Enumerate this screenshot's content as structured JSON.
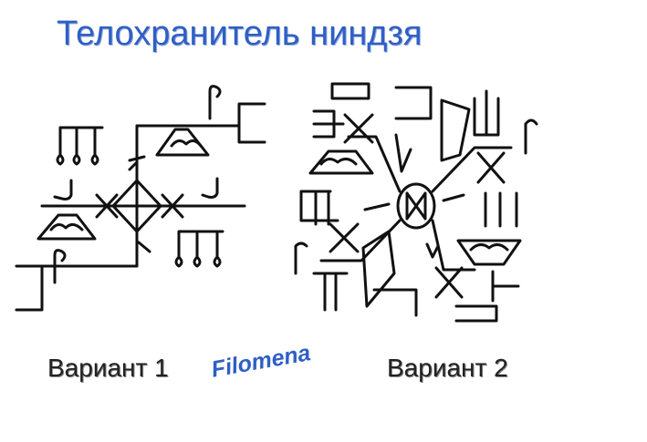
{
  "title": "Телохранитель ниндзя",
  "variant_1_label": "Вариант 1",
  "variant_2_label": "Вариант 2",
  "signature": "Filomena",
  "colors": {
    "title": "#2f5fc4",
    "ink": "#111111",
    "signature": "#2f5fc4"
  }
}
